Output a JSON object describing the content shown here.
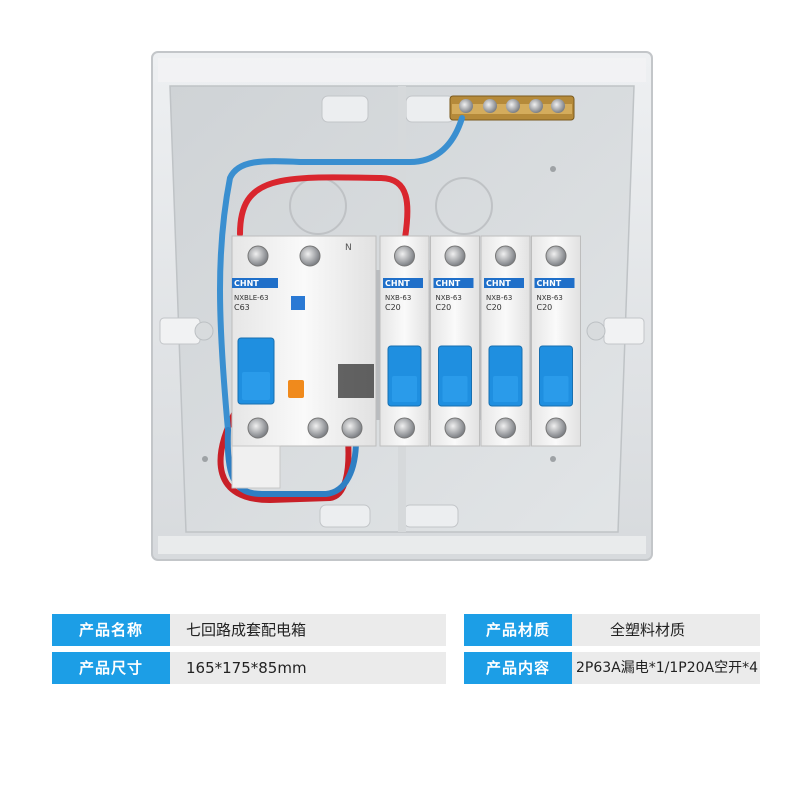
{
  "photo": {
    "brand": "CHNT",
    "rcbo_model": "NXBLE-63",
    "rcbo_rating": "C63",
    "mcb_model": "NXB-63",
    "mcb_rating": "C20",
    "neutral_mark": "N",
    "mcb_count": 4,
    "colors": {
      "box": "#e4e6e8",
      "breaker": "#f4f4f4",
      "blue": "#1f8fe0",
      "red_wire": "#d9262e",
      "blue_wire": "#3a8fd0"
    }
  },
  "specs": {
    "rows": [
      {
        "label1": "产品名称",
        "value1": "七回路成套配电箱",
        "label2": "产品材质",
        "value2": "全塑料材质"
      },
      {
        "label1": "产品尺寸",
        "value1": "165*175*85mm",
        "label2": "产品内容",
        "value2": "2P63A漏电*1/1P20A空开*4"
      }
    ]
  }
}
